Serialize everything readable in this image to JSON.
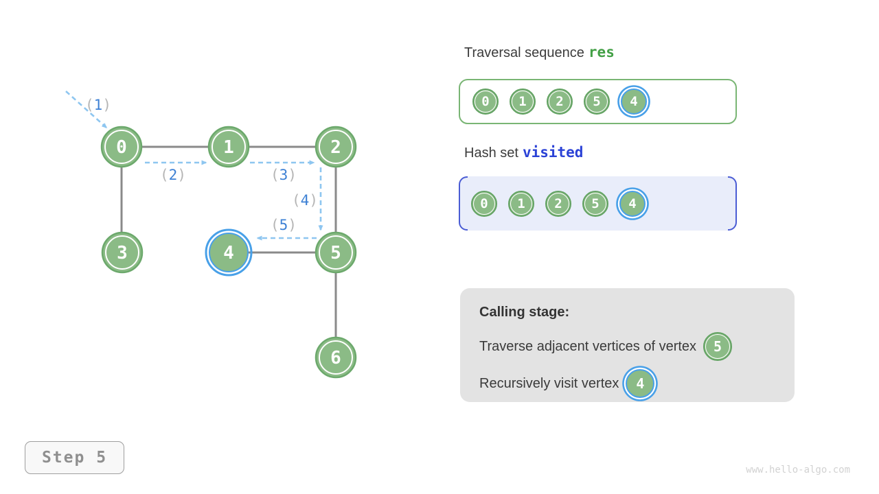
{
  "colors": {
    "node_green_fill": "#8bbb86",
    "node_green_border": "#6ca96c",
    "highlight_blue": "#48a0e8",
    "arrow_dash_blue": "#8ec6f0",
    "arrow_num_blue": "#3d80d4",
    "paren_gray": "#b5b5b5",
    "edge_gray": "#8a8a8a",
    "res_green": "#43a046",
    "visited_blue": "#2b42d6",
    "visited_bg": "#e9edfa",
    "visited_bracket": "#4a5cd4",
    "calling_bg": "#e3e3e3"
  },
  "graph": {
    "nodes": [
      {
        "label": "0"
      },
      {
        "label": "1"
      },
      {
        "label": "2"
      },
      {
        "label": "3"
      },
      {
        "label": "4",
        "highlighted": true
      },
      {
        "label": "5"
      },
      {
        "label": "6"
      }
    ],
    "arrows": [
      {
        "pre": "(",
        "num": "1",
        "post": ")"
      },
      {
        "pre": "(",
        "num": "2",
        "post": ")"
      },
      {
        "pre": "(",
        "num": "3",
        "post": ")"
      },
      {
        "pre": "(",
        "num": "4",
        "post": ")"
      },
      {
        "pre": "(",
        "num": "5",
        "post": ")"
      }
    ]
  },
  "panels": {
    "res": {
      "title": "Traversal sequence",
      "code": "res",
      "items": [
        "0",
        "1",
        "2",
        "5",
        "4"
      ]
    },
    "visited": {
      "title": "Hash set",
      "code": "visited",
      "items": [
        "0",
        "1",
        "2",
        "5",
        "4"
      ]
    },
    "calling": {
      "title": "Calling stage:",
      "line1": "Traverse adjacent vertices of vertex",
      "line1_node": "5",
      "line2": "Recursively visit vertex",
      "line2_node": "4"
    }
  },
  "footer": {
    "step": "Step 5",
    "watermark": "www.hello-algo.com"
  }
}
